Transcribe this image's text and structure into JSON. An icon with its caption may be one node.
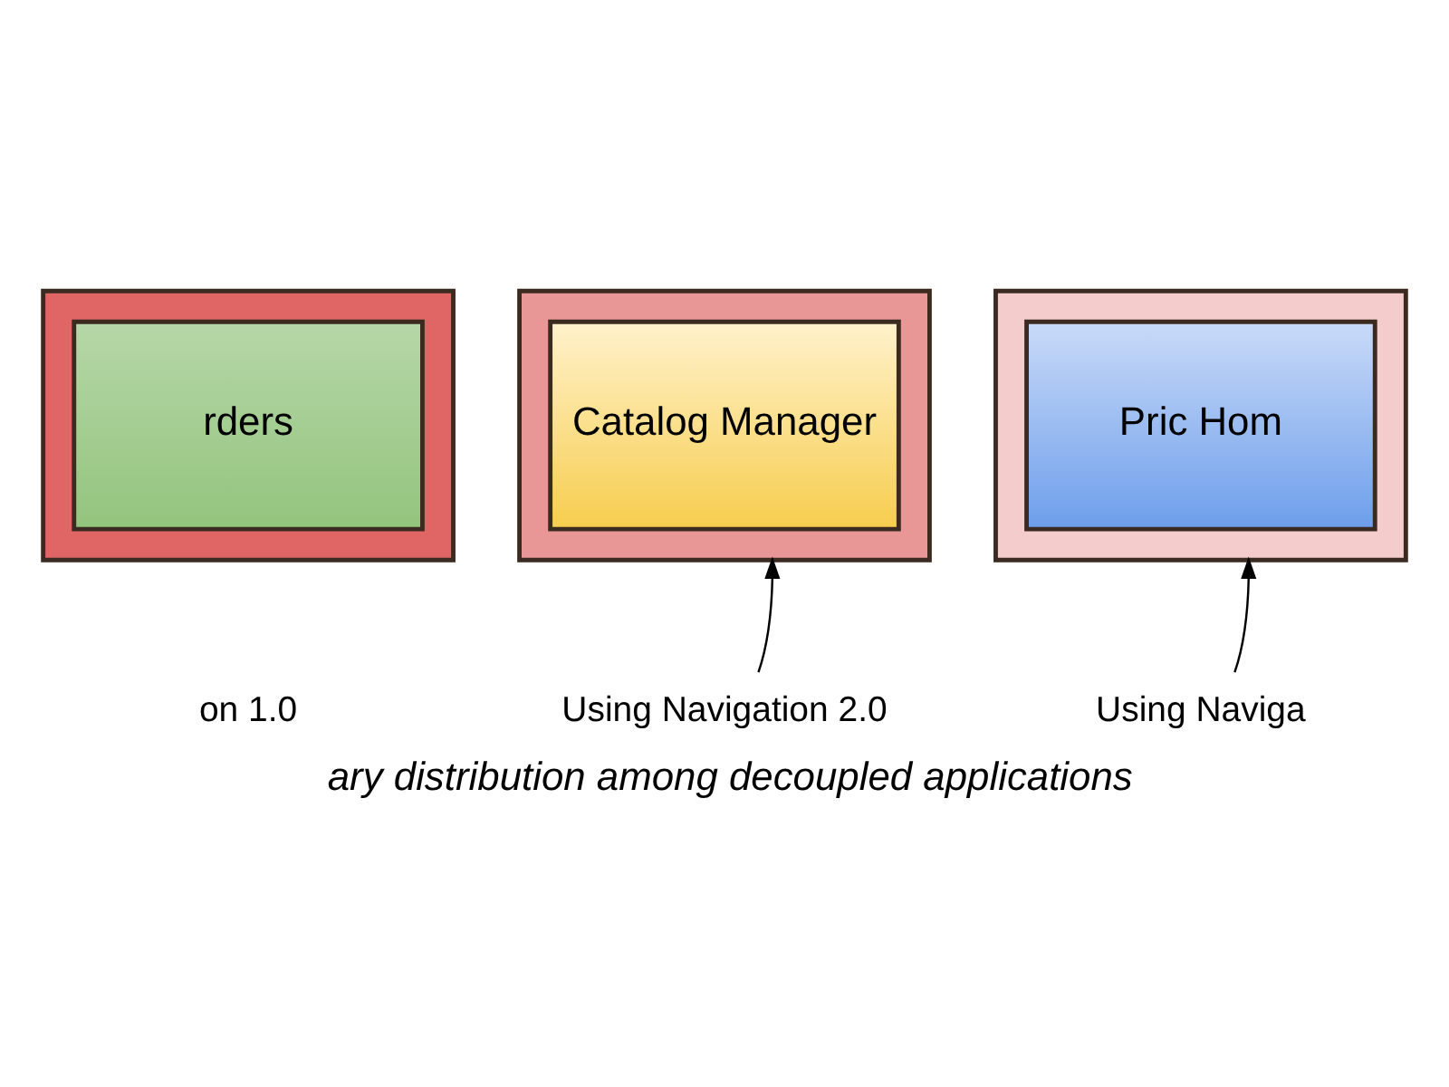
{
  "diagram": {
    "caption": "ary distribution among decoupled applications",
    "nodes": [
      {
        "text": [],
        "shape": "box"
      },
      {
        "text": [
          "rders"
        ],
        "in": 0
      },
      {
        "text": [
          "on 1.0"
        ]
      },
      {
        "text": [],
        "shape": "box"
      },
      {
        "text": [
          "Catalog Manager"
        ],
        "in": 3
      },
      {
        "text": [
          "Using Navigation 2.0"
        ]
      },
      {
        "text": [],
        "shape": "box"
      },
      {
        "text": [
          "Pric Hom"
        ],
        "in": 6
      },
      {
        "text": [
          "Using Naviga"
        ]
      }
    ],
    "edges": [
      {
        "from": 5,
        "to": 3,
        "arrow": "to"
      },
      {
        "from": 8,
        "to": 6,
        "arrow": "to"
      }
    ]
  }
}
